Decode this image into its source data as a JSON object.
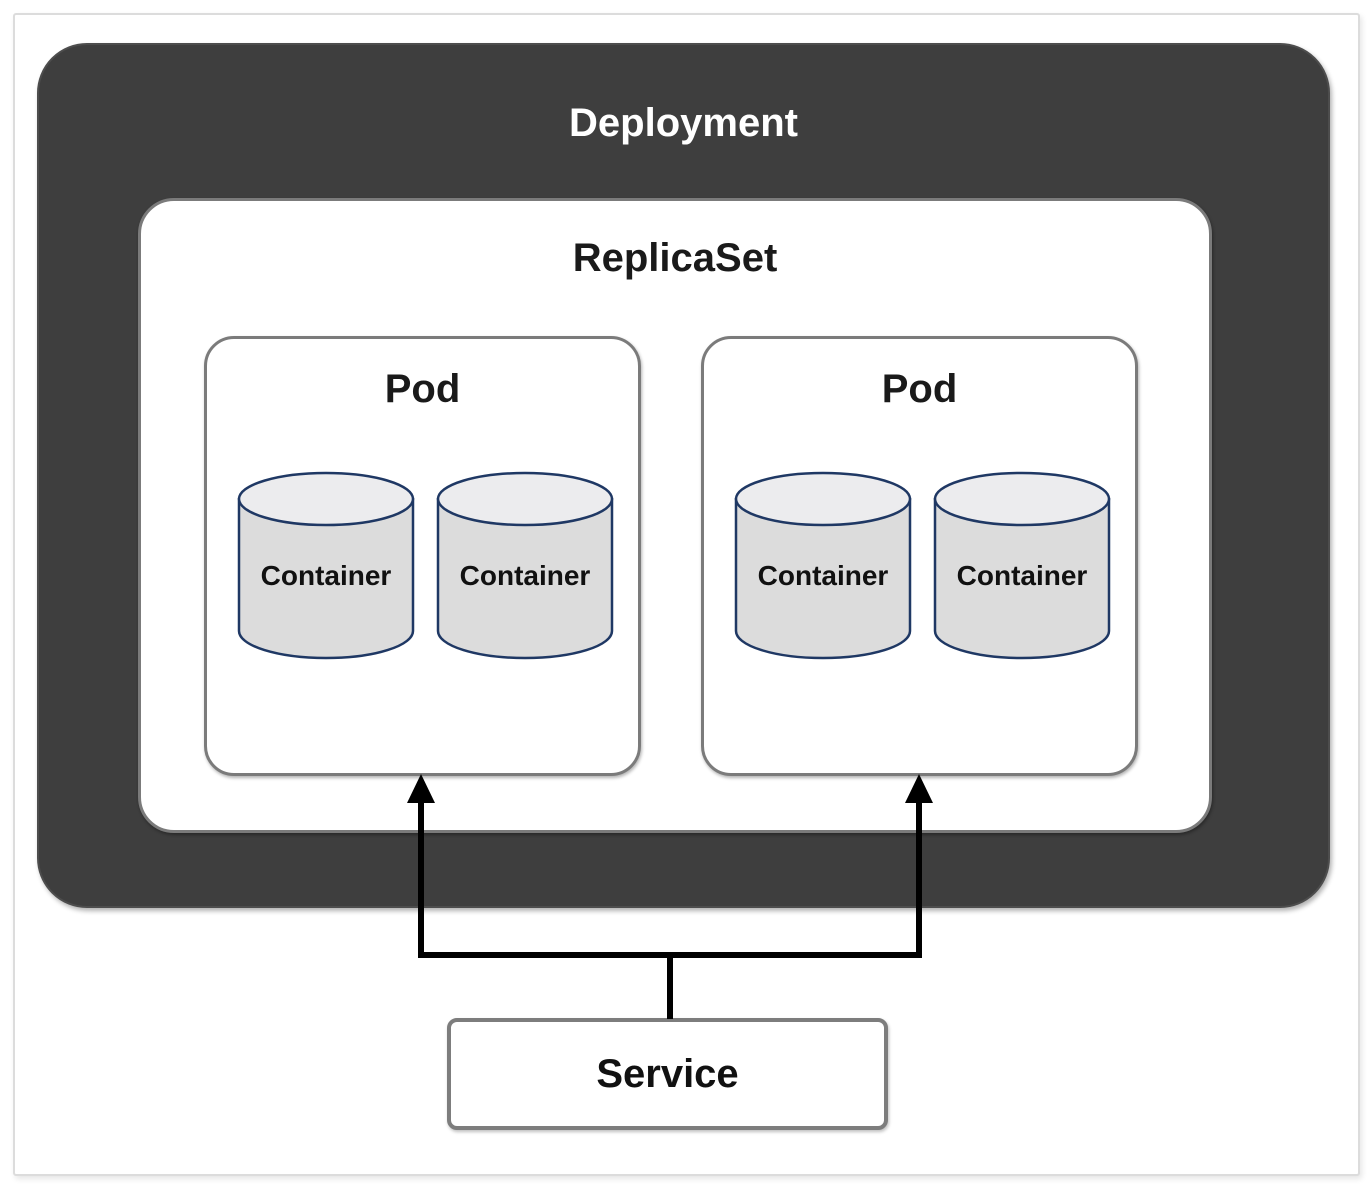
{
  "diagram": {
    "deployment": {
      "label": "Deployment"
    },
    "replicaset": {
      "label": "ReplicaSet"
    },
    "pods": [
      {
        "label": "Pod",
        "containers": [
          {
            "label": "Container"
          },
          {
            "label": "Container"
          }
        ]
      },
      {
        "label": "Pod",
        "containers": [
          {
            "label": "Container"
          },
          {
            "label": "Container"
          }
        ]
      }
    ],
    "service": {
      "label": "Service"
    },
    "colors": {
      "deployment_fill": "#3e3e3e",
      "deployment_text": "#ffffff",
      "box_border": "#7b7b7b",
      "label_text": "#111111",
      "cylinder_body": "#dcdcdc",
      "cylinder_top": "#ececee",
      "cylinder_stroke": "#1f3864",
      "connector": "#000000"
    }
  }
}
